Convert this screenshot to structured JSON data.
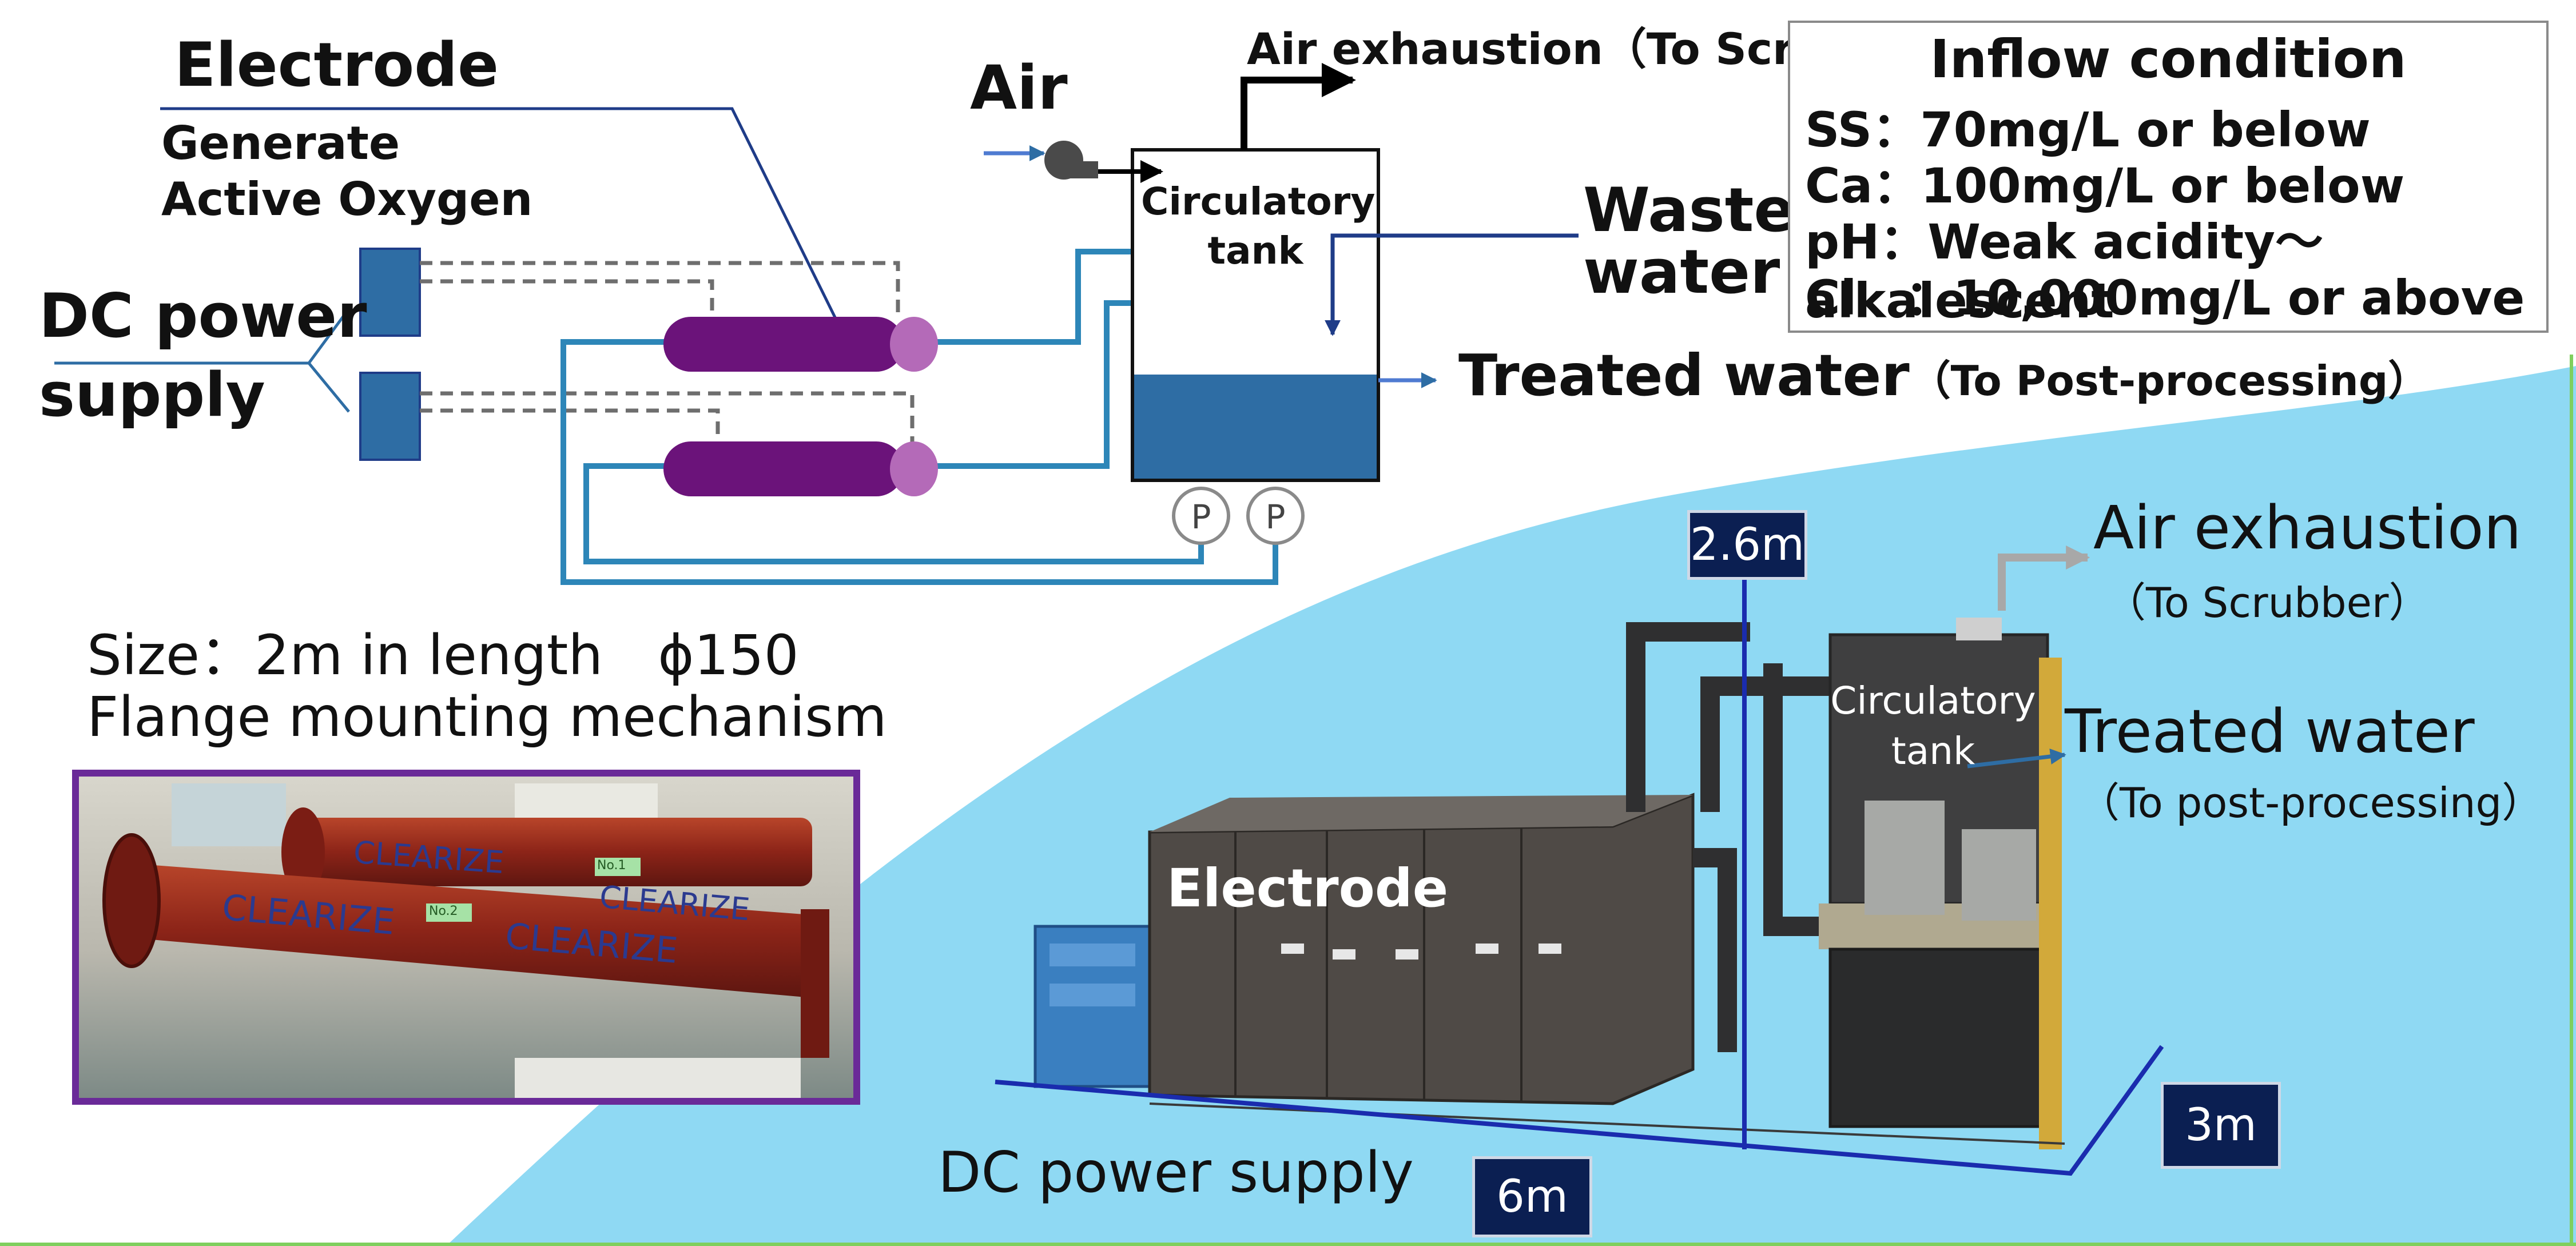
{
  "flow_diagram": {
    "electrode_label": "Electrode",
    "electrode_desc_line1": "Generate",
    "electrode_desc_line2": "Active Oxygen",
    "dc_power_line1": "DC power",
    "dc_power_line2": "supply",
    "air_label": "Air",
    "air_exhaustion_label": "Air exhaustion（To Scrubber）",
    "tank_line1": "Circulatory",
    "tank_line2": "tank",
    "waste_line1": "Waste",
    "waste_line2": "water",
    "treated_main": "Treated water",
    "treated_sub": "（To Post-processing）",
    "pump_symbol": "P"
  },
  "inflow_condition": {
    "title": "Inflow condition",
    "rows": [
      "SS：70mg/L or below",
      "Ca：100mg/L or below",
      "pH：Weak acidity～alkalescent",
      "Cl　：10,000mg/L or above"
    ]
  },
  "electrode_spec": {
    "size_line": "Size：2m in length　ϕ150",
    "mount_line": "Flange mounting mechanism",
    "brand_text": "CLEARIZE",
    "tag1": "No.1",
    "tag2": "No.2"
  },
  "equipment_photo": {
    "air_exhaustion": "Air exhaustion",
    "air_exhaustion_sub": "（To Scrubber）",
    "tank_line1": "Circulatory",
    "tank_line2": "tank",
    "treated_water": "Treated water",
    "treated_water_sub": "（To post-processing）",
    "electrode_label": "Electrode",
    "dc_power": "DC power supply",
    "dim_height": "2.6m",
    "dim_length": "6m",
    "dim_width": "3m"
  },
  "colors": {
    "accent_blue": "#2e6da4",
    "pipe_blue": "#2d86b8",
    "electrode_purple": "#6b137a",
    "electrode_cap": "#b46ab8",
    "water_fill": "#2e6da4",
    "sky_background": "#8fd9f3",
    "dim_box": "#0b1f52",
    "photo_frame": "#6a2a98",
    "dim_line": "#1a2cae"
  }
}
